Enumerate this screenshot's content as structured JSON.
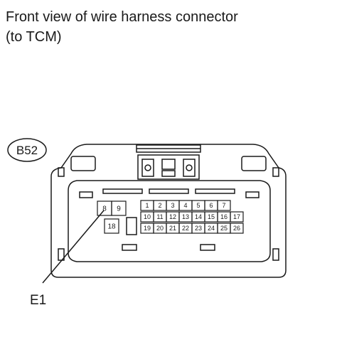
{
  "title": {
    "line1": "Front view of wire harness connector",
    "line2": "(to TCM)"
  },
  "connector": {
    "code": "B52",
    "pins_left": [
      "8",
      "9",
      "18"
    ],
    "pins_row1": [
      "1",
      "2",
      "3",
      "4",
      "5",
      "6",
      "7"
    ],
    "pins_row2": [
      "10",
      "11",
      "12",
      "13",
      "14",
      "15",
      "16",
      "17"
    ],
    "pins_row3": [
      "19",
      "20",
      "21",
      "22",
      "23",
      "24",
      "25",
      "26"
    ]
  },
  "callout": {
    "label": "E1",
    "pin": "8"
  },
  "colors": {
    "line": "#1a1a1a",
    "background": "#ffffff"
  }
}
